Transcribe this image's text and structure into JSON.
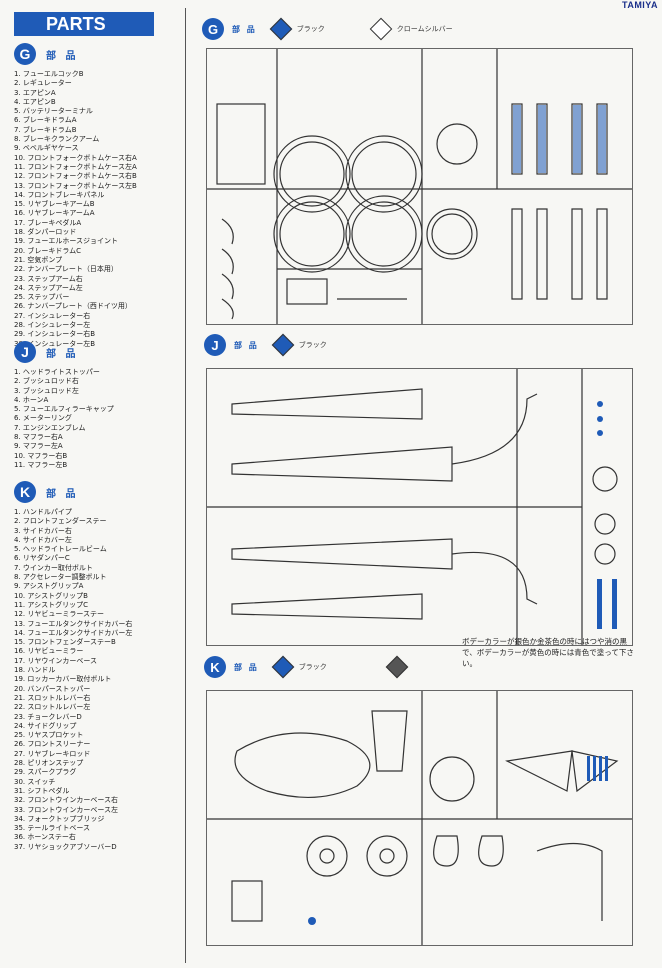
{
  "brand": "TAMIYA",
  "parts_title": "PARTS",
  "section_title_label": "部 品",
  "sections": {
    "G": {
      "letter": "G",
      "items": [
        "1. フューエルコックB",
        "2. レギュレーター",
        "3. エアピンA",
        "4. エアピンB",
        "5. バッテリーターミナル",
        "6. ブレーキドラムA",
        "7. ブレーキドラムB",
        "8. ブレーキクランクアーム",
        "9. ベベルギヤケース",
        "10. フロントフォークボトムケース右A",
        "11. フロントフォークボトムケース左A",
        "12. フロントフォークボトムケース右B",
        "13. フロントフォークボトムケース左B",
        "14. フロントブレーキパネル",
        "15. リヤブレーキアームB",
        "16. リヤブレーキアームA",
        "17. ブレーキペダルA",
        "18. ダンパーロッド",
        "19. フューエルホースジョイント",
        "20. ブレーキドラムC",
        "21. 空気ポンプ",
        "22. ナンバープレート（日本用）",
        "23. ステップアーム右",
        "24. ステップアーム左",
        "25. ステップバー",
        "26. ナンバープレート（西ドイツ用）",
        "27. インシュレーター右",
        "28. インシュレーター左",
        "29. インシュレーター右B",
        "30. インシュレーター左B"
      ]
    },
    "J": {
      "letter": "J",
      "items": [
        "1. ヘッドライトストッパー",
        "2. ブッシュロッド右",
        "3. ブッシュロッド左",
        "4. ホーンA",
        "5. フューエルフィラーキャップ",
        "6. メーターリング",
        "7. エンジンエンブレム",
        "8. マフラー右A",
        "9. マフラー左A",
        "10. マフラー右B",
        "11. マフラー左B"
      ]
    },
    "K": {
      "letter": "K",
      "items": [
        "1. ハンドルパイプ",
        "2. フロントフェンダーステー",
        "3. サイドカバー右",
        "4. サイドカバー左",
        "5. ヘッドライトレールビーム",
        "6. リヤダンパーC",
        "7. ウインカー取付ボルト",
        "8. アクセレーター調整ボルト",
        "9. アシストグリップA",
        "10. アシストグリップB",
        "11. アシストグリップC",
        "12. リヤビューミラーステー",
        "13. フューエルタンクサイドカバー右",
        "14. フューエルタンクサイドカバー左",
        "15. フロントフェンダーステーB",
        "16. リヤビューミラー",
        "17. リヤウインカーベース",
        "18. ハンドル",
        "19. ロッカーカバー取付ボルト",
        "20. バンパーストッパー",
        "21. スロットルレバー右",
        "22. スロットルレバー左",
        "23. チョークレバーD",
        "24. サイドグリップ",
        "25. リヤスプロケット",
        "26. フロントスリーナー",
        "27. リヤブレーキロッド",
        "28. ピリオンステップ",
        "29. スパークプラグ",
        "30. スイッチ",
        "31. シフトペダル",
        "32. フロントウインカーベース右",
        "33. フロントウインカーベース左",
        "34. フォークトップブリッジ",
        "35. テールライトベース",
        "36. ホーンステー右",
        "37. リヤショックアブソーバーD"
      ]
    }
  },
  "panels": {
    "G": {
      "letter": "G",
      "title": "部 品",
      "colors": [
        {
          "name": "ブラック",
          "hex": "#1f5bb7",
          "icon": "blue-diamond-icon"
        },
        {
          "name": "クロームシルバー",
          "hex": "#ffffff",
          "icon": "white-diamond-icon"
        }
      ]
    },
    "J": {
      "letter": "J",
      "title": "部 品",
      "colors": [
        {
          "name": "ブラック",
          "hex": "#1f5bb7",
          "icon": "blue-diamond-icon"
        }
      ]
    },
    "K": {
      "letter": "K",
      "title": "部 品",
      "colors": [
        {
          "name": "ブラック",
          "hex": "#1f5bb7",
          "icon": "blue-diamond-icon"
        },
        {
          "name": "",
          "hex": "#555555",
          "icon": "gray-diamond-icon"
        }
      ]
    }
  },
  "k_note": "ボデーカラーが銀色か金茶色の時にはつや消の黒で、ボデーカラーが黄色の時には青色で塗って下さい。",
  "accent_color": "#1f5bb7"
}
